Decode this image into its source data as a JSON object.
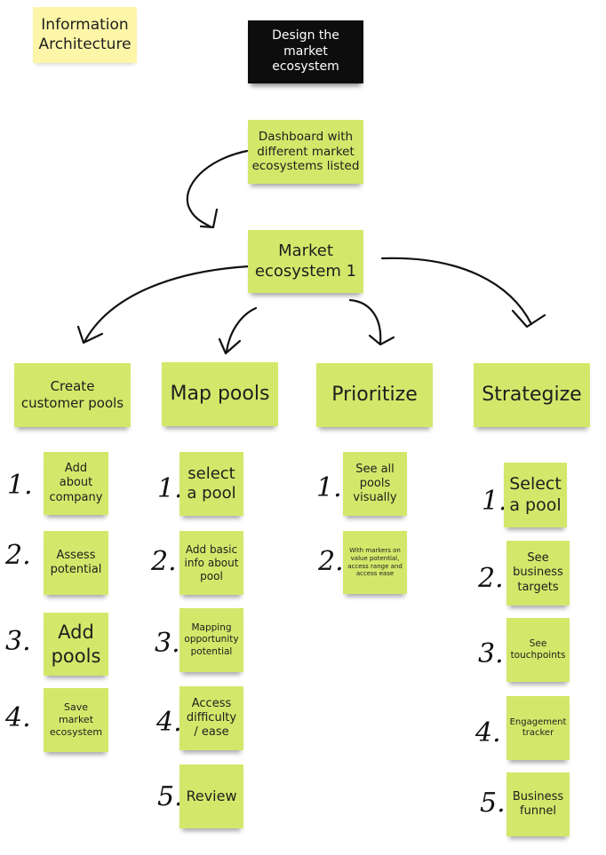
{
  "title_note": "Information Architecture",
  "root_note": "Design the market ecosystem",
  "dashboard_note": "Dashboard with different market ecosystems listed",
  "ecosystem_note": "Market ecosystem 1",
  "columns": [
    {
      "header": "Create customer pools",
      "steps": [
        {
          "num": "1.",
          "text": "Add about company"
        },
        {
          "num": "2.",
          "text": "Assess potential"
        },
        {
          "num": "3.",
          "text": "Add pools"
        },
        {
          "num": "4.",
          "text": "Save market ecosystem"
        }
      ]
    },
    {
      "header": "Map pools",
      "steps": [
        {
          "num": "1.",
          "text": "select a pool"
        },
        {
          "num": "2.",
          "text": "Add basic info about pool"
        },
        {
          "num": "3.",
          "text": "Mapping opportunity potential"
        },
        {
          "num": "4.",
          "text": "Access difficulty / ease"
        },
        {
          "num": "5.",
          "text": "Review"
        }
      ]
    },
    {
      "header": "Prioritize",
      "steps": [
        {
          "num": "1.",
          "text": "See all pools visually"
        },
        {
          "num": "2.",
          "text": "With markers on value potential, access range and access ease"
        }
      ]
    },
    {
      "header": "Strategize",
      "steps": [
        {
          "num": "1.",
          "text": "Select a pool"
        },
        {
          "num": "2.",
          "text": "See business targets"
        },
        {
          "num": "3.",
          "text": "See touchpoints"
        },
        {
          "num": "4.",
          "text": "Engagement tracker"
        },
        {
          "num": "5.",
          "text": "Business funnel"
        }
      ]
    }
  ],
  "colors": {
    "sticky_green": "#d3e86a",
    "sticky_yellow": "#fdf6a8",
    "sticky_black": "#0d0d0d",
    "ink": "#111111"
  }
}
